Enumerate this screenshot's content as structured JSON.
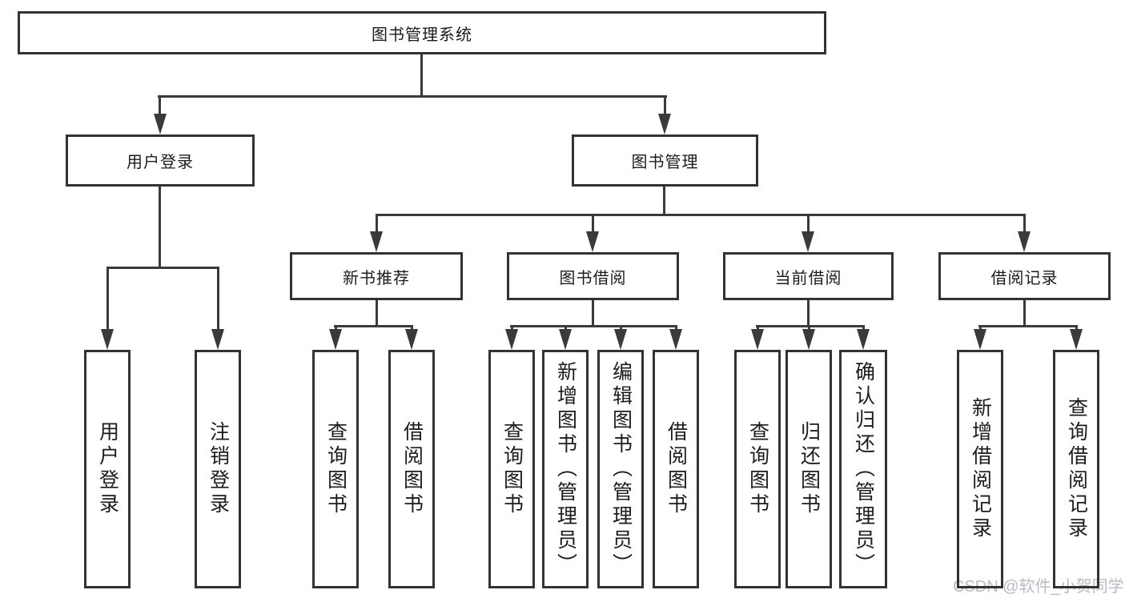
{
  "tree": {
    "label": "图书管理系统",
    "children": [
      {
        "label": "用户登录",
        "children": [
          {
            "label": "用户登录"
          },
          {
            "label": "注销登录"
          }
        ]
      },
      {
        "label": "图书管理",
        "children": [
          {
            "label": "新书推荐",
            "children": [
              {
                "label": "查询图书"
              },
              {
                "label": "借阅图书"
              }
            ]
          },
          {
            "label": "图书借阅",
            "children": [
              {
                "label": "查询图书"
              },
              {
                "label": "新增图书（管理员）"
              },
              {
                "label": "编辑图书（管理员）"
              },
              {
                "label": "借阅图书"
              }
            ]
          },
          {
            "label": "当前借阅",
            "children": [
              {
                "label": "查询图书"
              },
              {
                "label": "归还图书"
              },
              {
                "label": "确认归还（管理员）"
              }
            ]
          },
          {
            "label": "借阅记录",
            "children": [
              {
                "label": "新增借阅记录"
              },
              {
                "label": "查询借阅记录"
              }
            ]
          }
        ]
      }
    ]
  },
  "watermark": {
    "text": "CSDN @软件_小贺同学"
  },
  "colors": {
    "line": "#3a3a3a",
    "text": "#1c1c1c",
    "watermark": "#b7bcc3",
    "background": "#ffffff"
  }
}
